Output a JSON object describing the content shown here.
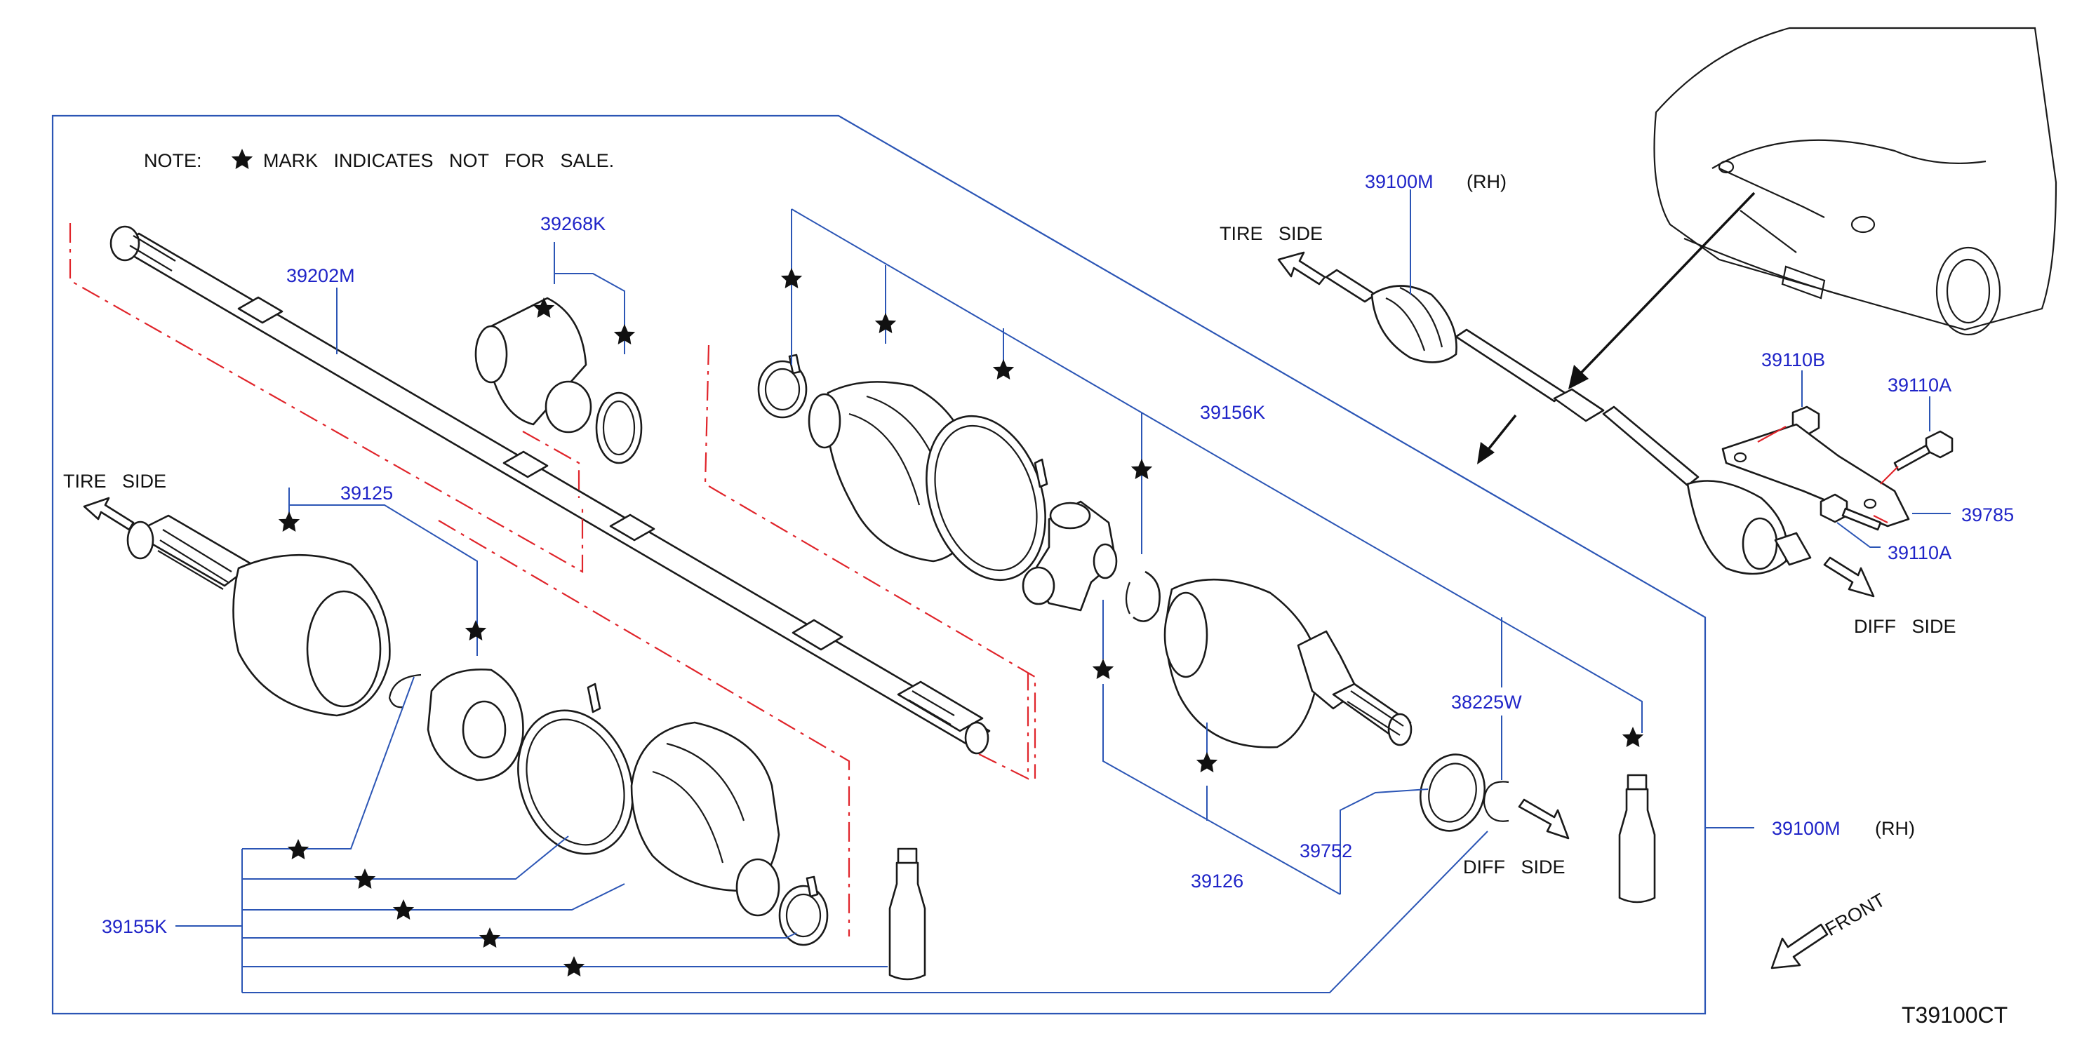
{
  "note": {
    "prefix": "NOTE:",
    "star": "★",
    "text": "MARK   INDICATES   NOT   FOR   SALE."
  },
  "part_numbers": {
    "p39202M": "39202M",
    "p39268K": "39268K",
    "p39125": "39125",
    "p39156K": "39156K",
    "p39155K": "39155K",
    "p39126": "39126",
    "p39752": "39752",
    "p38225W": "38225W",
    "p39100M_assy": "39100M",
    "p39100M_top": "39100M",
    "p39110B": "39110B",
    "p39110A_top": "39110A",
    "p39110A_bottom": "39110A",
    "p39785": "39785"
  },
  "side_labels": {
    "rh": "(RH)",
    "tire_side": "TIRE   SIDE",
    "diff_side": "DIFF   SIDE",
    "front": "FRONT"
  },
  "diagram_code": "T39100CT",
  "colors": {
    "part_number": "#1f24c8",
    "leader_line": "#2b55b5",
    "phantom_line": "#e0242a",
    "outline": "#1a1a1a"
  },
  "icons": {
    "not_for_sale_mark": "star-icon",
    "direction_marker": "hollow-arrow-icon"
  }
}
